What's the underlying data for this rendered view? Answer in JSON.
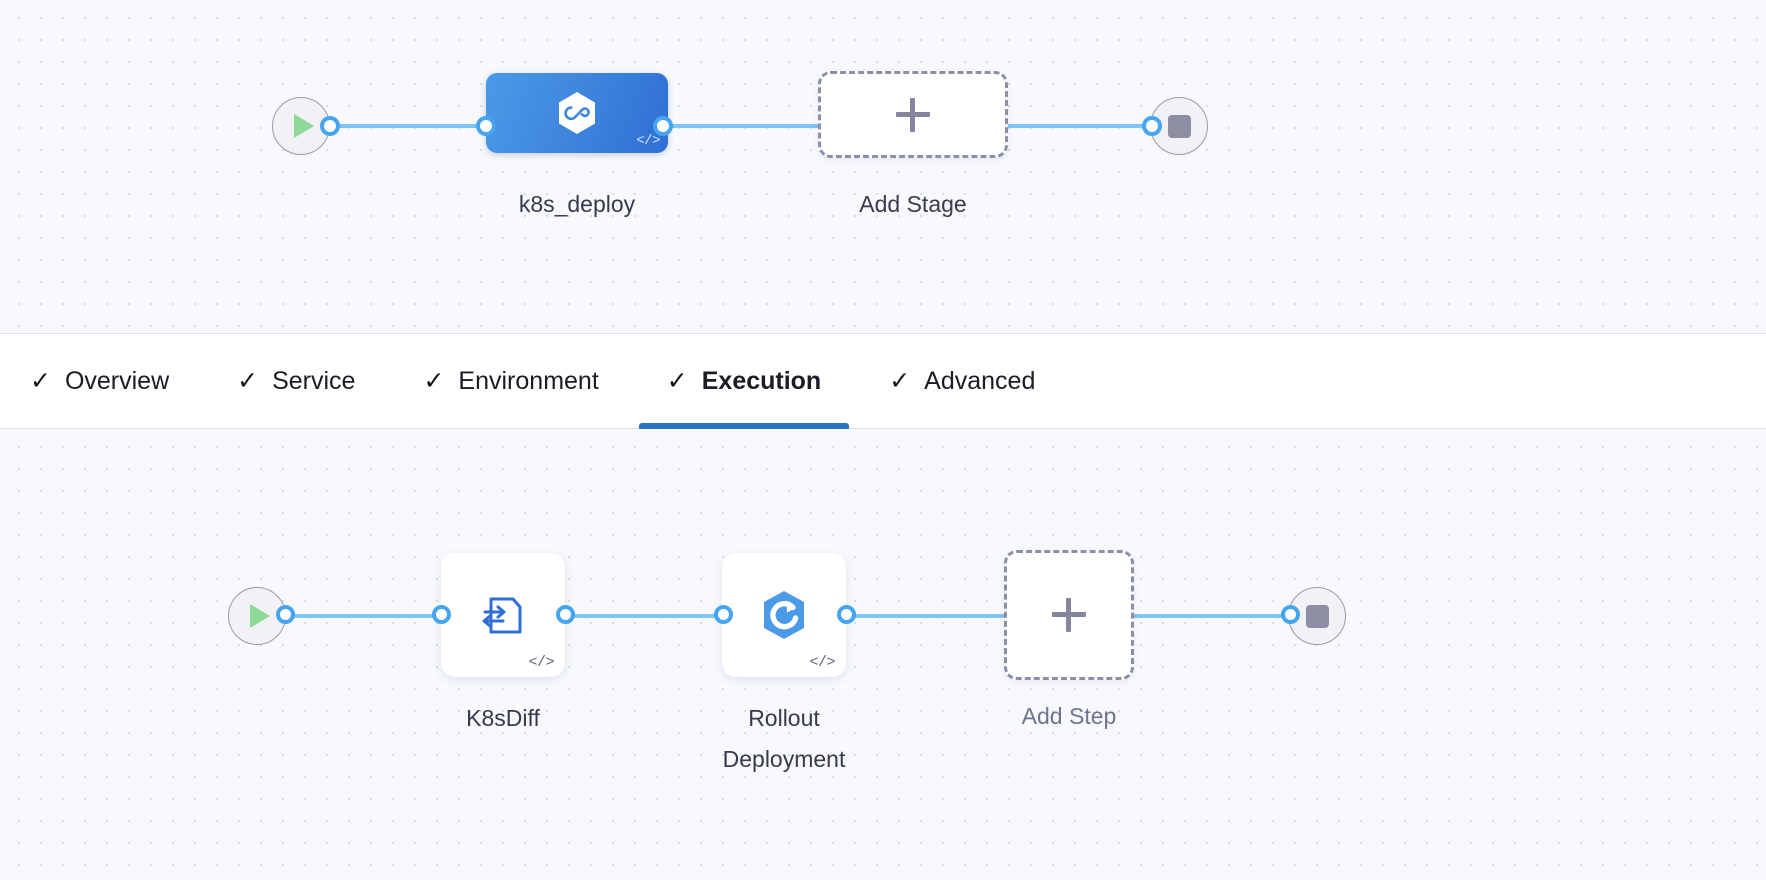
{
  "theme": {
    "canvas_bg": "#f7f9fc",
    "grid_dot": "#d6dbe6",
    "edge_color": "#7ec4f4",
    "port_color": "#46a5f0",
    "stage_blue": "#3f86dd",
    "accent_underline": "#2a6fc8",
    "play_green": "#8ed89a",
    "stop_gray": "#8d8da3",
    "dashed_border": "#8b90a8"
  },
  "stage_canvas": {
    "start_node": {
      "icon": "play-icon",
      "label": ""
    },
    "stages": [
      {
        "label": "k8s_deploy",
        "icon": "harness-hexagon-infinity-icon",
        "badge": "</>",
        "type": "deployment-stage",
        "selected": true
      }
    ],
    "add_stage": {
      "label": "Add Stage",
      "icon": "plus-icon"
    },
    "end_node": {
      "icon": "stop-icon"
    }
  },
  "tabs": {
    "items": [
      {
        "label": "Overview",
        "checked": true,
        "active": false
      },
      {
        "label": "Service",
        "checked": true,
        "active": false
      },
      {
        "label": "Environment",
        "checked": true,
        "active": false
      },
      {
        "label": "Execution",
        "checked": true,
        "active": true
      },
      {
        "label": "Advanced",
        "checked": true,
        "active": false
      }
    ],
    "check_glyph": "✓"
  },
  "step_canvas": {
    "start_node": {
      "icon": "play-icon"
    },
    "steps": [
      {
        "label": "K8sDiff",
        "icon": "k8s-diff-document-icon",
        "badge": "</>"
      },
      {
        "label": "Rollout\nDeployment",
        "icon": "rollout-deployment-hexagon-icon",
        "badge": "</>"
      }
    ],
    "add_step": {
      "label": "Add Step",
      "icon": "plus-icon"
    },
    "end_node": {
      "icon": "stop-icon"
    }
  }
}
